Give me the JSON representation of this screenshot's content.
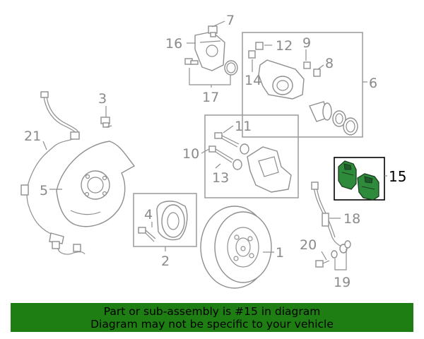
{
  "callouts": {
    "c1": "1",
    "c2": "2",
    "c3": "3",
    "c4": "4",
    "c5": "5",
    "c6": "6",
    "c7": "7",
    "c8": "8",
    "c9": "9",
    "c10": "10",
    "c11": "11",
    "c12": "12",
    "c13": "13",
    "c14": "14",
    "c15": "15",
    "c16": "16",
    "c17": "17",
    "c18": "18",
    "c19": "19",
    "c20": "20",
    "c21": "21"
  },
  "highlight": {
    "part": "15",
    "color": "#2e8b3c"
  },
  "banner": {
    "line1": "Part or sub-assembly is #15 in diagram",
    "line2": "Diagram may not be specific to your vehicle",
    "background": "#1e7e14"
  }
}
